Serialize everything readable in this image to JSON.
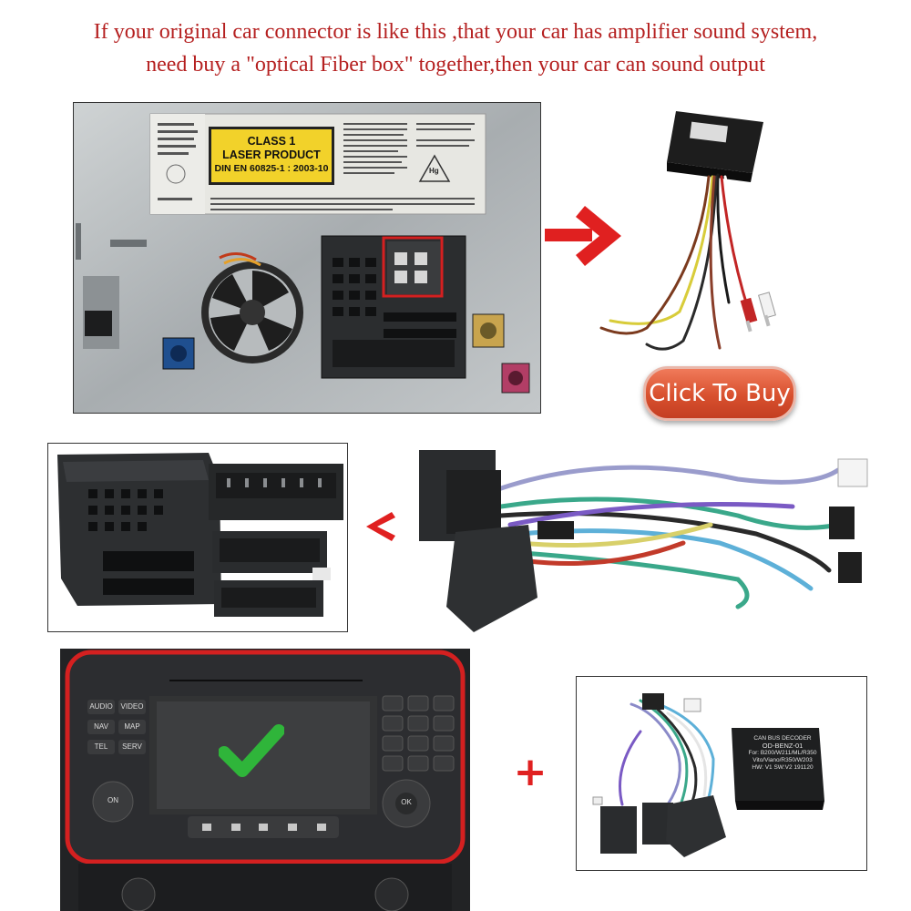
{
  "headline": {
    "line1": "If your original car connector is like this ,that your car has amplifier sound system,",
    "line2": "need buy a \"optical Fiber box\" together,then your car can sound output"
  },
  "laser_label": {
    "line1": "CLASS 1",
    "line2": "LASER PRODUCT",
    "line3": "DIN EN  60825-1 : 2003-10"
  },
  "warning_symbol": "Hg",
  "buy_button": {
    "label": "Click To Buy"
  },
  "decoder_box": {
    "line1": "CAN BUS DECODER",
    "line2": "OD-BENZ-01",
    "line3": "For: B200/W211/ML/R350",
    "line4": "Vito/Viano/R350/W203",
    "line5": "HW: V1  SW:V2 191120"
  },
  "radio_buttons": {
    "audio": "AUDIO",
    "video": "VIDEO",
    "nav": "NAV",
    "map": "MAP",
    "tel": "TEL",
    "serv": "SERV",
    "on": "ON",
    "ok": "OK"
  },
  "plus_sign": "+",
  "colors": {
    "headline": "#b52020",
    "arrow": "#e02020",
    "button": "#d8502e",
    "check": "#2fb53a",
    "highlight": "#d42020"
  },
  "icons": [
    "right-arrow-icon",
    "left-arrow-icon",
    "checkmark-icon",
    "plus-icon"
  ]
}
